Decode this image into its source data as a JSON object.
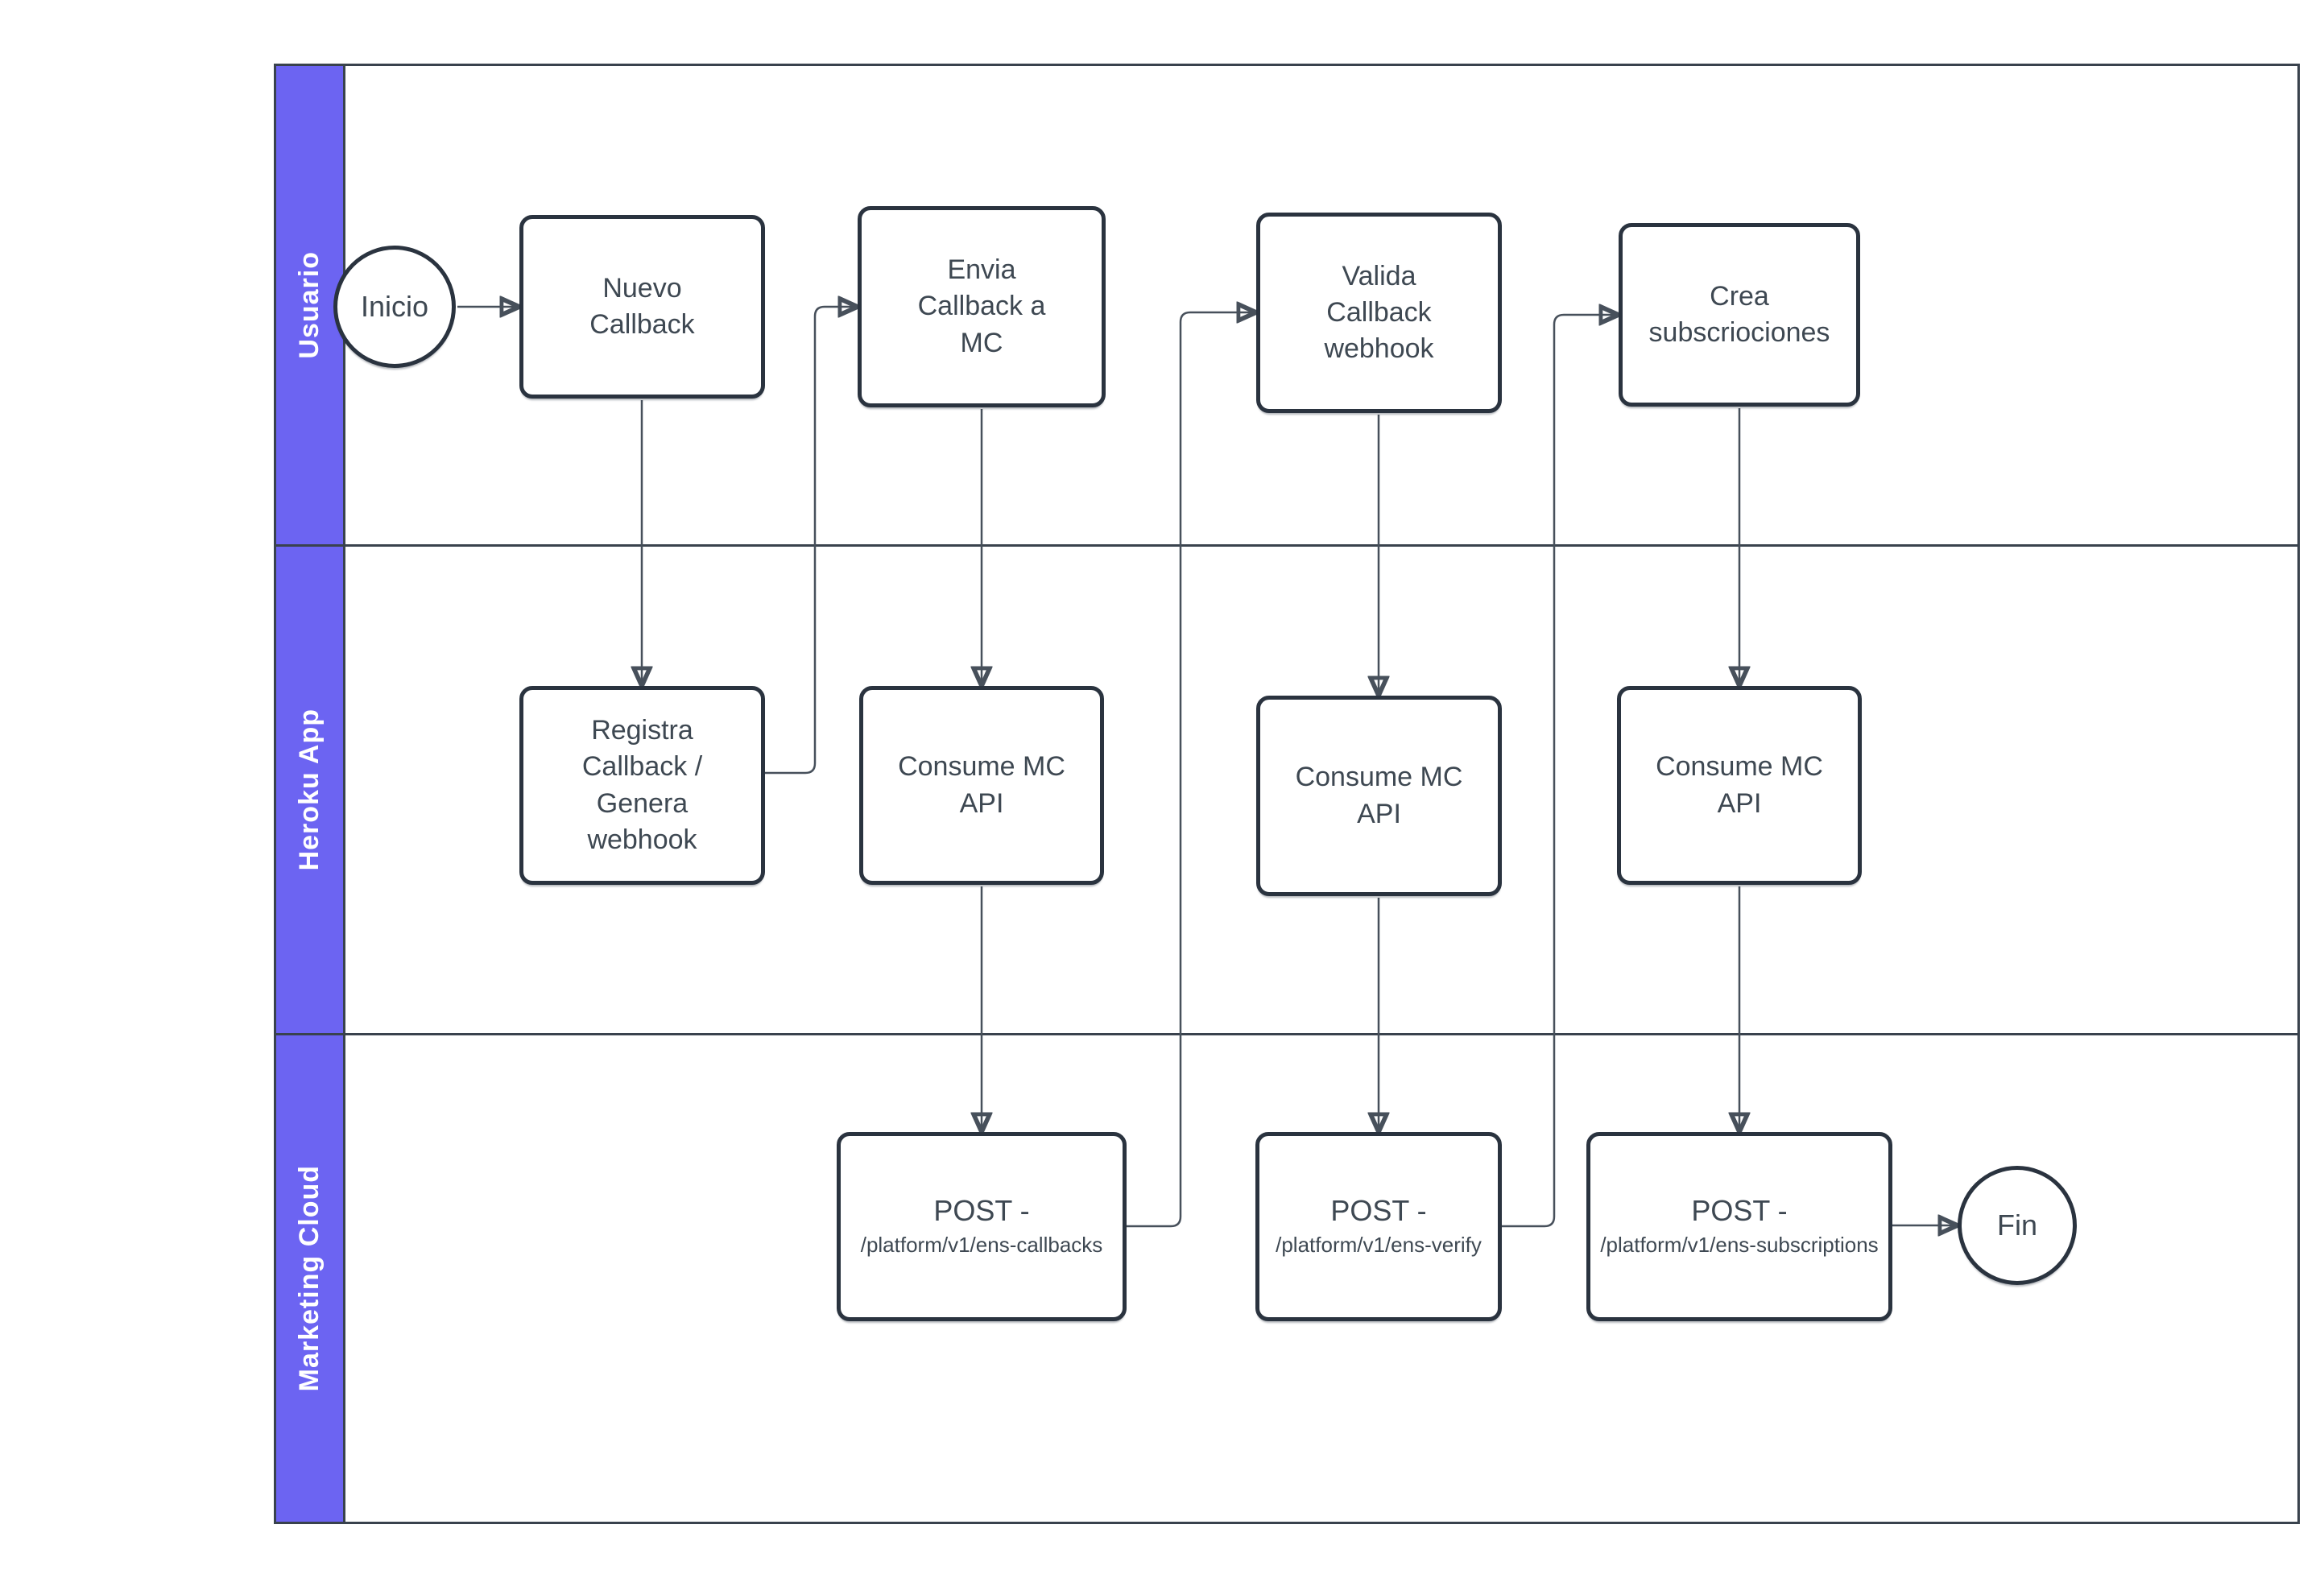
{
  "diagram": {
    "lanes": [
      {
        "label": "Usuario"
      },
      {
        "label": "Heroku App"
      },
      {
        "label": "Marketing Cloud"
      }
    ],
    "nodes": [
      {
        "id": "inicio",
        "type": "start",
        "label": "Inicio"
      },
      {
        "id": "nuevo-callback",
        "type": "process",
        "label": "Nuevo\nCallback"
      },
      {
        "id": "envia-callback-a-mc",
        "type": "process",
        "label": "Envia\nCallback a\nMC"
      },
      {
        "id": "valida-callback-webhook",
        "type": "process",
        "label": "Valida\nCallback\nwebhook"
      },
      {
        "id": "crea-subscriociones",
        "type": "process",
        "label": "Crea\nsubscriociones"
      },
      {
        "id": "registra-callback-genera-webhook",
        "type": "process",
        "label": "Registra\nCallback /\nGenera\nwebhook"
      },
      {
        "id": "consume-mc-api-1",
        "type": "process",
        "label": "Consume MC\nAPI"
      },
      {
        "id": "consume-mc-api-2",
        "type": "process",
        "label": "Consume MC\nAPI"
      },
      {
        "id": "consume-mc-api-3",
        "type": "process",
        "label": "Consume MC\nAPI"
      },
      {
        "id": "post-ens-callbacks",
        "type": "process",
        "label": "POST -",
        "sub": "/platform/v1/ens-callbacks"
      },
      {
        "id": "post-ens-verify",
        "type": "process",
        "label": "POST -",
        "sub": "/platform/v1/ens-verify"
      },
      {
        "id": "post-ens-subscriptions",
        "type": "process",
        "label": "POST -",
        "sub": "/platform/v1/ens-subscriptions"
      },
      {
        "id": "fin",
        "type": "end",
        "label": "Fin"
      }
    ],
    "colors": {
      "lane_fill": "#6C64F2",
      "lane_text": "#FFFFFF",
      "node_border": "#2A333F",
      "node_text": "#3E4852",
      "connector": "#47505B",
      "frame_line": "#39424D"
    }
  }
}
